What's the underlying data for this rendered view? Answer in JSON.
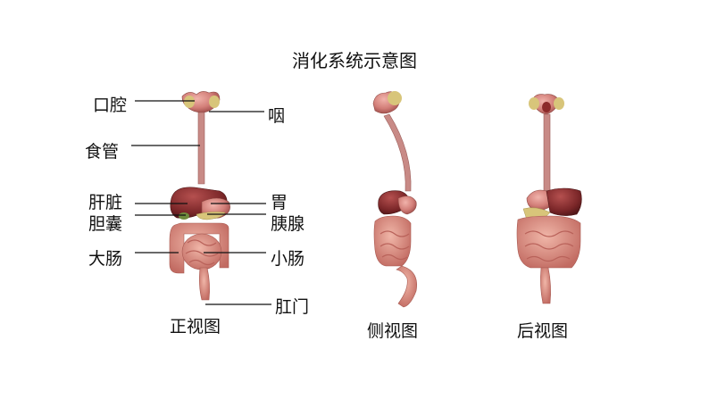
{
  "title": "消化系统示意图",
  "labels": {
    "mouth": "口腔",
    "pharynx": "咽",
    "esophagus": "食管",
    "liver": "肝脏",
    "stomach": "胃",
    "gallbladder": "胆囊",
    "pancreas": "胰腺",
    "large_intestine": "大肠",
    "small_intestine": "小肠",
    "anus": "肛门"
  },
  "views": {
    "front": "正视图",
    "side": "侧视图",
    "back": "后视图"
  },
  "colors": {
    "organ": "#c9676a",
    "liver": "#7d2a2c",
    "intestine": "#d98a7e",
    "gland": "#d8c57a",
    "line": "#111111"
  }
}
